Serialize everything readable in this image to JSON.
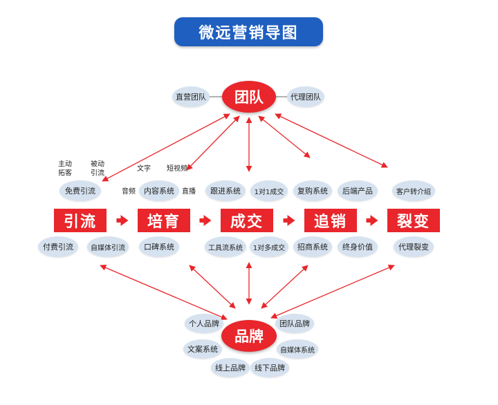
{
  "title": "微远营销导图",
  "hub_team": "团队",
  "hub_brand": "品牌",
  "team_left": "直营团队",
  "team_right": "代理团队",
  "stages": [
    "引流",
    "培育",
    "成交",
    "追销",
    "裂变"
  ],
  "yinliu": {
    "active": "主动\n拓客",
    "passive": "被动\n引流",
    "free": "免费引流",
    "paid": "付费引流",
    "media": "自媒体引流"
  },
  "peiyu": {
    "text": "文字",
    "short_video": "短视频",
    "audio": "音频",
    "content_system": "内容系统",
    "live": "直播",
    "word_of_mouth": "口碑系统"
  },
  "chengjiao": {
    "follow_up": "跟进系统",
    "one_to_one": "1对1成交",
    "tool_flow": "工具流系统",
    "one_to_many": "1对多成交"
  },
  "zhuixiao": {
    "repurchase": "复购系统",
    "backend": "后端产品",
    "recruit": "招商系统",
    "lifetime": "终身价值"
  },
  "liebian": {
    "referral": "客户转介绍",
    "agent": "代理裂变"
  },
  "brand": {
    "personal": "个人品牌",
    "team": "团队品牌",
    "copy": "文案系统",
    "media": "自媒体系统",
    "online": "线上品牌",
    "offline": "线下品牌"
  },
  "colors": {
    "accent": "#e8262b",
    "title_bg": "#1f5fbf",
    "pill": "#d6e2ef"
  }
}
